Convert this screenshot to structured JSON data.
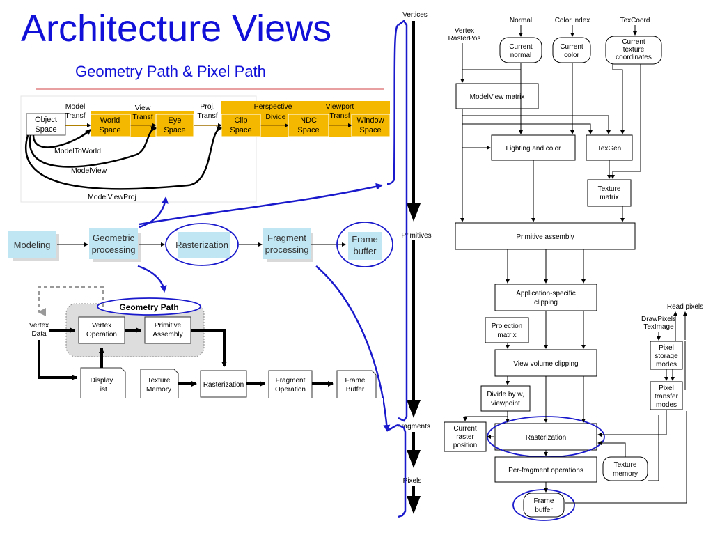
{
  "title": "Architecture Views",
  "subtitle": "Geometry Path & Pixel Path",
  "top_pipeline": {
    "nodes": {
      "object_space": [
        "Object",
        "Space"
      ],
      "world_space": [
        "World",
        "Space"
      ],
      "eye_space": [
        "Eye",
        "Space"
      ],
      "clip_space": [
        "Clip",
        "Space"
      ],
      "ndc_space": [
        "NDC",
        "Space"
      ],
      "window_space": [
        "Window",
        "Space"
      ]
    },
    "edges": {
      "model_transf": [
        "Model",
        "Transf"
      ],
      "view_transf": [
        "View",
        "Transf"
      ],
      "proj_transf": [
        "Proj.",
        "Transf"
      ],
      "perspective_divide": [
        "Perspective",
        "Divide"
      ],
      "viewport_transf": [
        "Viewport",
        "Transf"
      ]
    },
    "paths": {
      "model_to_world": "ModelToWorld",
      "model_view": "ModelView",
      "model_view_proj": "ModelViewProj"
    }
  },
  "middle_pipeline": {
    "modeling": "Modeling",
    "geometric": [
      "Geometric",
      "processing"
    ],
    "rasterization": "Rasterization",
    "fragment": [
      "Fragment",
      "processing"
    ],
    "frame": [
      "Frame",
      "buffer"
    ]
  },
  "geometry_path": {
    "title": "Geometry Path",
    "vertex_data": [
      "Vertex",
      "Data"
    ],
    "vertex_operation": [
      "Vertex",
      "Operation"
    ],
    "primitive_assembly": [
      "Primitive",
      "Assembly"
    ],
    "display_list": [
      "Display",
      "List"
    ],
    "texture_memory": [
      "Texture",
      "Memory"
    ],
    "rasterization": "Rasterization",
    "fragment_operation": [
      "Fragment",
      "Operation"
    ],
    "frame_buffer": [
      "Frame",
      "Buffer"
    ]
  },
  "stages": {
    "vertices": "Vertices",
    "primitives": "Primitives",
    "fragments": "Fragments",
    "pixels": "Pixels"
  },
  "opengl": {
    "inputs": {
      "vertex_rasterpos": [
        "Vertex",
        "RasterPos"
      ],
      "normal": "Normal",
      "color_index": "Color index",
      "texcoord": "TexCoord"
    },
    "current_normal": [
      "Current",
      "normal"
    ],
    "current_color": [
      "Current",
      "color"
    ],
    "current_texture": [
      "Current",
      "texture",
      "coordinates"
    ],
    "modelview_matrix": "ModelView matrix",
    "lighting_color": "Lighting and color",
    "texgen": "TexGen",
    "texture_matrix": [
      "Texture",
      "matrix"
    ],
    "primitive_assembly": "Primitive assembly",
    "app_clipping": [
      "Application-specific",
      "clipping"
    ],
    "projection_matrix": [
      "Projection",
      "matrix"
    ],
    "view_volume_clipping": "View volume clipping",
    "divide_by_w": [
      "Divide by w,",
      "viewpoint"
    ],
    "current_raster": [
      "Current",
      "raster",
      "position"
    ],
    "rasterization": "Rasterization",
    "per_fragment": "Per-fragment operations",
    "texture_memory": [
      "Texture",
      "memory"
    ],
    "frame_buffer": [
      "Frame",
      "buffer"
    ],
    "read_pixels": "Read pixels",
    "drawpixels_teximage": [
      "DrawPixels",
      "TexImage"
    ],
    "pixel_storage": [
      "Pixel",
      "storage",
      "modes"
    ],
    "pixel_transfer": [
      "Pixel",
      "transfer",
      "modes"
    ]
  },
  "colors": {
    "title_blue": "#1010d8",
    "diagram_blue": "#1a1acc",
    "yellow_band": "#f4b800",
    "pipeline_box": "#bfe6f2",
    "separator": "#d04040"
  }
}
